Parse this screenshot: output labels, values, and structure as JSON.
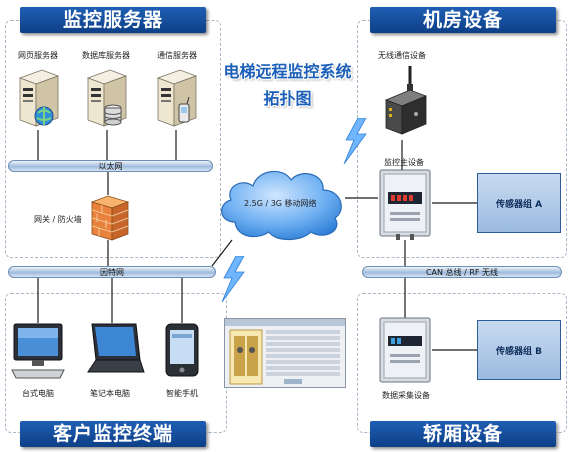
{
  "title": {
    "line1": "电梯远程监控系统",
    "line2": "拓扑图"
  },
  "sections": {
    "monitoring_servers": "监控服务器",
    "machine_room": "机房设备",
    "client_terminals": "客户监控终端",
    "car_equipment": "轿厢设备"
  },
  "servers": {
    "web": "网页服务器",
    "database": "数据库服务器",
    "comm": "通信服务器"
  },
  "networks": {
    "ethernet": "以太网",
    "gateway_firewall": "网关 / 防火墙",
    "internet": "因特网",
    "mobile_network": "2.5G / 3G 移动网络",
    "can_rf_bus": "CAN 总线 / RF 无线"
  },
  "machine_room_devices": {
    "wireless_comm": "无线通信设备",
    "monitor_host": "监控主设备",
    "sensor_group_a": "传感器组 A"
  },
  "car_devices": {
    "data_acquisition": "数据采集设备",
    "sensor_group_b": "传感器组 B"
  },
  "clients": {
    "desktop": "台式电脑",
    "laptop": "笔记本电脑",
    "smartphone": "智能手机"
  },
  "colors": {
    "header_blue": "#1a56a8",
    "title_blue": "#1b5fb8",
    "cloud_blue": "#3f8ee0",
    "bolt_blue": "#6fb6ff"
  }
}
